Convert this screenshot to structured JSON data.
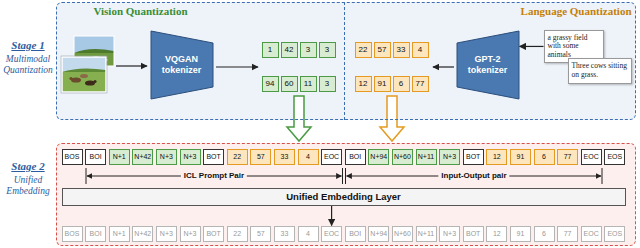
{
  "diagram": {
    "nodes": [
      {
        "text": [
          "Stage 1",
          "Multimodal Quantization"
        ]
      },
      {
        "text": [
          "Vision Quantization"
        ],
        "in": 0
      },
      {
        "text": [
          "VQGAN tokenizer"
        ],
        "in": 1
      },
      {
        "text": [
          "1"
        ],
        "in": 1
      },
      {
        "text": [
          "42"
        ],
        "in": 1
      },
      {
        "text": [
          "3"
        ],
        "in": 1
      },
      {
        "text": [
          "3"
        ],
        "in": 1
      },
      {
        "text": [
          "94"
        ],
        "in": 1
      },
      {
        "text": [
          "60"
        ],
        "in": 1
      },
      {
        "text": [
          "11"
        ],
        "in": 1
      },
      {
        "text": [
          "3"
        ],
        "in": 1
      },
      {
        "text": [
          "Language Quantization"
        ],
        "in": 0
      },
      {
        "text": [
          "22"
        ],
        "in": 11
      },
      {
        "text": [
          "57"
        ],
        "in": 11
      },
      {
        "text": [
          "33"
        ],
        "in": 11
      },
      {
        "text": [
          "4"
        ],
        "in": 11
      },
      {
        "text": [
          "12"
        ],
        "in": 11
      },
      {
        "text": [
          "91"
        ],
        "in": 11
      },
      {
        "text": [
          "6"
        ],
        "in": 11
      },
      {
        "text": [
          "77"
        ],
        "in": 11
      },
      {
        "text": [
          "GPT-2 tokenizer"
        ],
        "in": 11
      },
      {
        "text": [
          "a grassy field with some animals"
        ],
        "in": 11
      },
      {
        "text": [
          "Three cows sitting on grass."
        ],
        "in": 11
      },
      {
        "text": [
          "Stage 2",
          "Unified Embedding"
        ]
      },
      {
        "text": [
          "BOS"
        ],
        "in": 23
      },
      {
        "text": [
          "BOI"
        ],
        "in": 23
      },
      {
        "text": [
          "N+1"
        ],
        "in": 23
      },
      {
        "text": [
          "N+42"
        ],
        "in": 23
      },
      {
        "text": [
          "N+3"
        ],
        "in": 23
      },
      {
        "text": [
          "N+3"
        ],
        "in": 23
      },
      {
        "text": [
          "BOT"
        ],
        "in": 23
      },
      {
        "text": [
          "22"
        ],
        "in": 23
      },
      {
        "text": [
          "57"
        ],
        "in": 23
      },
      {
        "text": [
          "33"
        ],
        "in": 23
      },
      {
        "text": [
          "4"
        ],
        "in": 23
      },
      {
        "text": [
          "EOC"
        ],
        "in": 23
      },
      {
        "text": [
          "BOI"
        ],
        "in": 23
      },
      {
        "text": [
          "N+94"
        ],
        "in": 23
      },
      {
        "text": [
          "N+60"
        ],
        "in": 23
      },
      {
        "text": [
          "N+11"
        ],
        "in": 23
      },
      {
        "text": [
          "N+3"
        ],
        "in": 23
      },
      {
        "text": [
          "BOT"
        ],
        "in": 23
      },
      {
        "text": [
          "12"
        ],
        "in": 23
      },
      {
        "text": [
          "91"
        ],
        "in": 23
      },
      {
        "text": [
          "6"
        ],
        "in": 23
      },
      {
        "text": [
          "77"
        ],
        "in": 23
      },
      {
        "text": [
          "EOC"
        ],
        "in": 23
      },
      {
        "text": [
          "EOS"
        ],
        "in": 23
      },
      {
        "text": [
          "Unified Embedding Layer"
        ],
        "in": 23
      },
      {
        "text": [
          "BOS"
        ],
        "in": 23
      },
      {
        "text": [
          "BOI"
        ],
        "in": 23
      },
      {
        "text": [
          "N+1"
        ],
        "in": 23
      },
      {
        "text": [
          "N+42"
        ],
        "in": 23
      },
      {
        "text": [
          "N+3"
        ],
        "in": 23
      },
      {
        "text": [
          "N+3"
        ],
        "in": 23
      },
      {
        "text": [
          "BOT"
        ],
        "in": 23
      },
      {
        "text": [
          "22"
        ],
        "in": 23
      },
      {
        "text": [
          "57"
        ],
        "in": 23
      },
      {
        "text": [
          "33"
        ],
        "in": 23
      },
      {
        "text": [
          "4"
        ],
        "in": 23
      },
      {
        "text": [
          "EOC"
        ],
        "in": 23
      },
      {
        "text": [
          "BOI"
        ],
        "in": 23
      },
      {
        "text": [
          "N+94"
        ],
        "in": 23
      },
      {
        "text": [
          "N+60"
        ],
        "in": 23
      },
      {
        "text": [
          "N+11"
        ],
        "in": 23
      },
      {
        "text": [
          "N+3"
        ],
        "in": 23
      },
      {
        "text": [
          "BOT"
        ],
        "in": 23
      },
      {
        "text": [
          "12"
        ],
        "in": 23
      },
      {
        "text": [
          "91"
        ],
        "in": 23
      },
      {
        "text": [
          "6"
        ],
        "in": 23
      },
      {
        "text": [
          "77"
        ],
        "in": 23
      },
      {
        "text": [
          "EOC"
        ],
        "in": 23
      },
      {
        "text": [
          "EOS"
        ],
        "in": 23
      }
    ],
    "edges": [
      {
        "from": 21,
        "to": 20,
        "arrow": "to"
      },
      {
        "from": 48,
        "to": 60,
        "arrow": "to"
      }
    ],
    "labels": [
      "ICL Prompt Pair",
      "Input-Output pair"
    ]
  }
}
